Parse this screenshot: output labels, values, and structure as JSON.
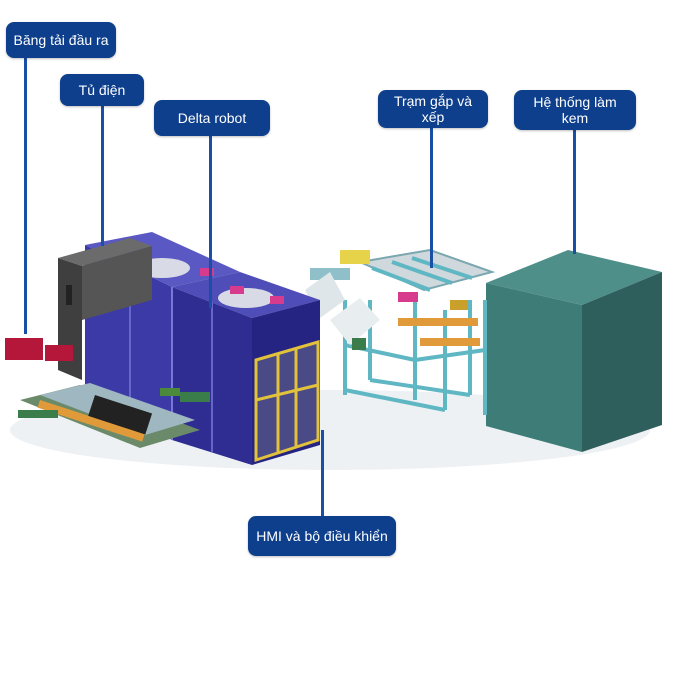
{
  "callouts": {
    "output_conveyor": "Băng tải đầu ra",
    "electrical_cabinet": "Tủ điện",
    "delta_robot": "Delta robot",
    "pick_place_station": "Trạm gắp và xếp",
    "ice_cream_system": "Hệ thống làm kem",
    "hmi_controller": "HMI và bộ điều khiển"
  },
  "colors": {
    "callout_bg": "#0e3f8c",
    "leader_line": "#1a4fa6",
    "robot_enclosure": "#3a3fa0",
    "machine_block": "#2f6e6b",
    "frame": "#5fb7c4",
    "cabinet": "#4a4a4a"
  }
}
